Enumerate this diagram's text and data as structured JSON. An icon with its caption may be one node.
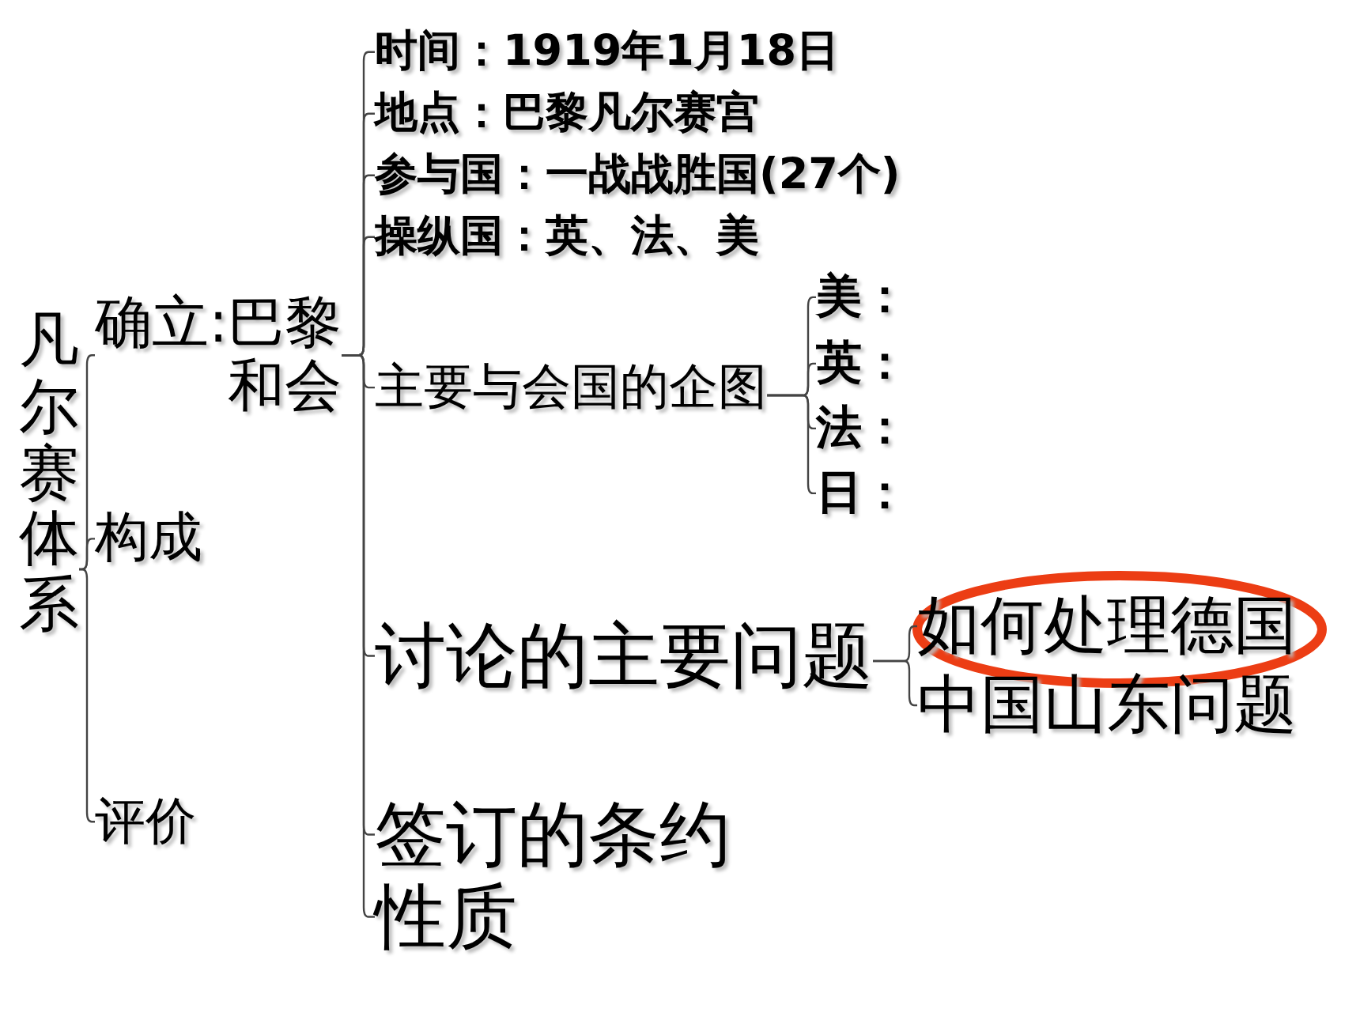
{
  "diagram": {
    "nodes": [
      {
        "text": [
          "凡尔赛体系"
        ]
      },
      {
        "text": [
          "确立:",
          "巴黎和会"
        ]
      },
      {
        "text": [
          "构成"
        ]
      },
      {
        "text": [
          "评价"
        ]
      },
      {
        "text": [
          "时间：1919年1月18日"
        ]
      },
      {
        "text": [
          "地点：巴黎凡尔赛宫"
        ]
      },
      {
        "text": [
          "参与国：一战战胜国(27个)"
        ]
      },
      {
        "text": [
          "操纵国：英、法、美"
        ]
      },
      {
        "text": [
          "主要与会国的企图"
        ]
      },
      {
        "text": [
          "讨论的主要问题"
        ]
      },
      {
        "text": [
          "签订的条约"
        ]
      },
      {
        "text": [
          "性质"
        ]
      },
      {
        "text": [
          "美："
        ]
      },
      {
        "text": [
          "英："
        ]
      },
      {
        "text": [
          "法："
        ]
      },
      {
        "text": [
          "日："
        ]
      },
      {
        "text": [
          "如何处理德国"
        ]
      },
      {
        "text": [
          "中国山东问题"
        ]
      }
    ],
    "edges": [
      {
        "from": 0,
        "to": 1,
        "arrow": "none"
      },
      {
        "from": 0,
        "to": 2,
        "arrow": "none"
      },
      {
        "from": 0,
        "to": 3,
        "arrow": "none"
      },
      {
        "from": 1,
        "to": 4,
        "arrow": "none"
      },
      {
        "from": 1,
        "to": 5,
        "arrow": "none"
      },
      {
        "from": 1,
        "to": 6,
        "arrow": "none"
      },
      {
        "from": 1,
        "to": 7,
        "arrow": "none"
      },
      {
        "from": 1,
        "to": 8,
        "arrow": "none"
      },
      {
        "from": 1,
        "to": 9,
        "arrow": "none"
      },
      {
        "from": 1,
        "to": 10,
        "arrow": "none"
      },
      {
        "from": 1,
        "to": 11,
        "arrow": "none"
      },
      {
        "from": 8,
        "to": 12,
        "arrow": "none"
      },
      {
        "from": 8,
        "to": 13,
        "arrow": "none"
      },
      {
        "from": 8,
        "to": 14,
        "arrow": "none"
      },
      {
        "from": 8,
        "to": 15,
        "arrow": "none"
      },
      {
        "from": 9,
        "to": 16,
        "arrow": "none"
      },
      {
        "from": 9,
        "to": 17,
        "arrow": "none"
      }
    ]
  }
}
